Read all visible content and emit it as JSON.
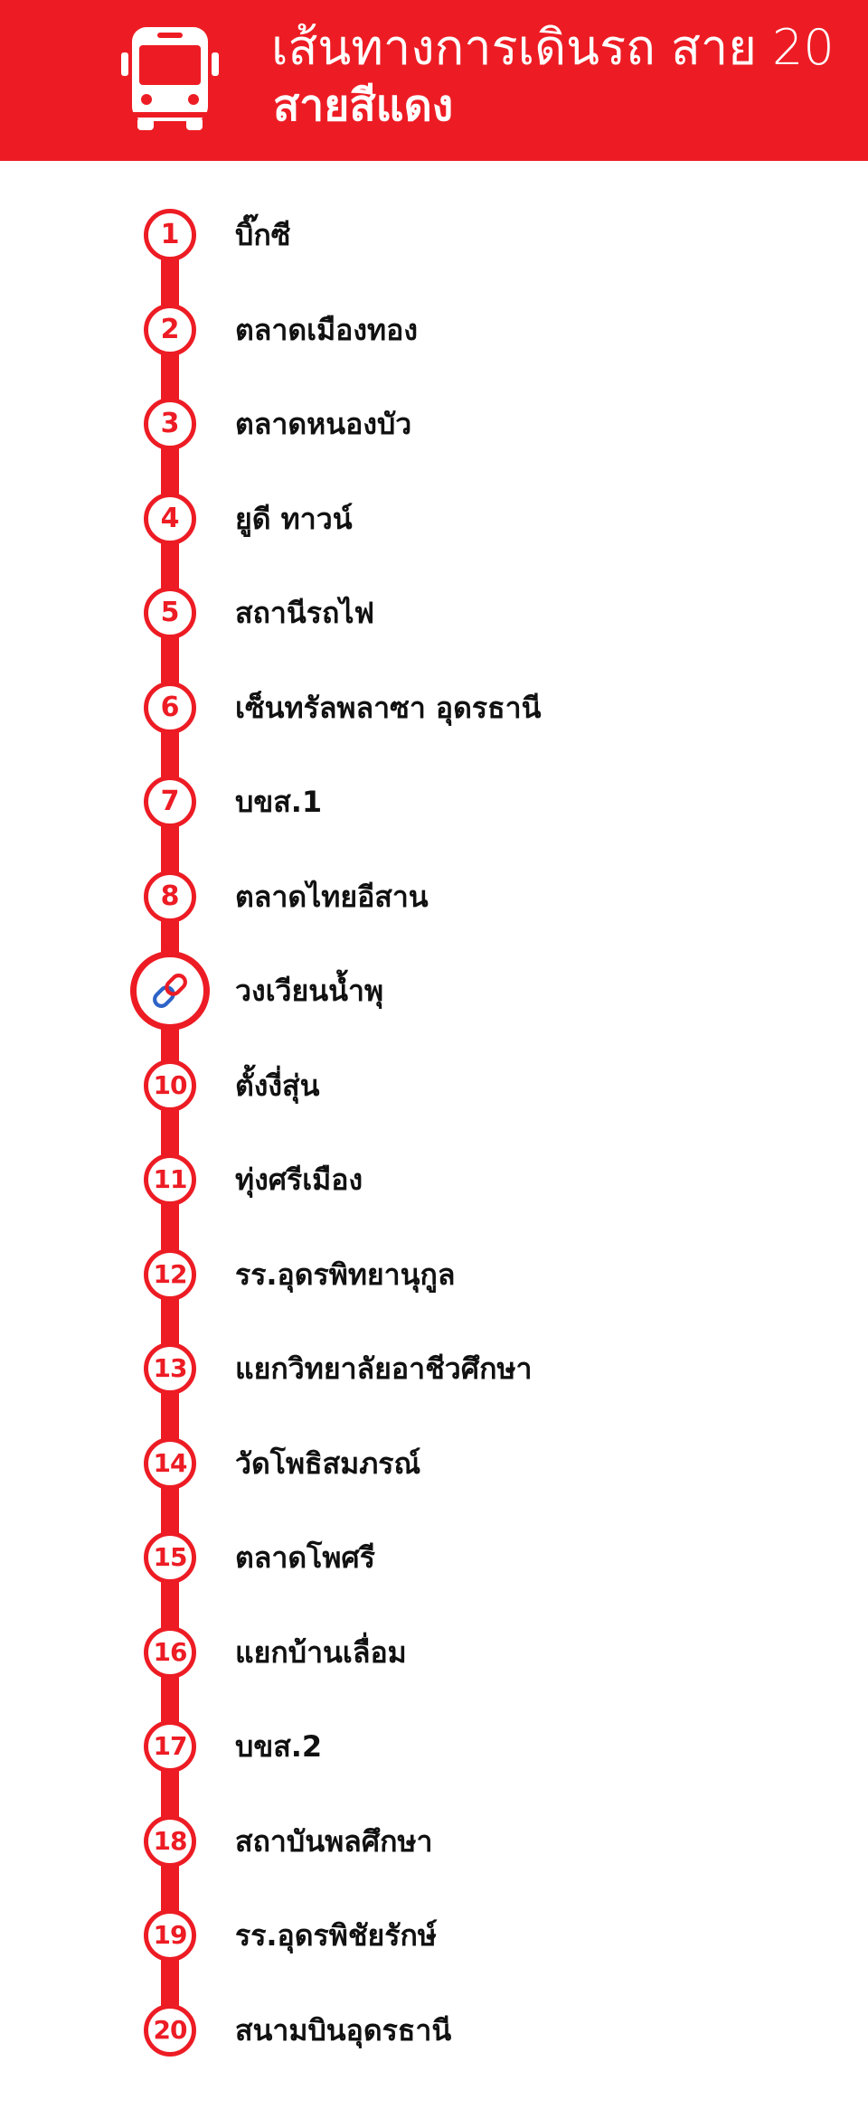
{
  "header": {
    "title": "เส้นทางการเดินรถ สาย 20",
    "subtitle": "สายสีแดง",
    "icon": "bus-icon",
    "background_color": "#ed1c24"
  },
  "route": {
    "line_color": "#ed1c24",
    "transfer_icon": "link-icon",
    "stops": [
      {
        "number": "1",
        "name": "บิ๊กซี"
      },
      {
        "number": "2",
        "name": "ตลาดเมืองทอง"
      },
      {
        "number": "3",
        "name": "ตลาดหนองบัว"
      },
      {
        "number": "4",
        "name": "ยูดี ทาวน์"
      },
      {
        "number": "5",
        "name": "สถานีรถไฟ"
      },
      {
        "number": "6",
        "name": "เซ็นทรัลพลาซา อุดรธานี"
      },
      {
        "number": "7",
        "name": "บขส.1"
      },
      {
        "number": "8",
        "name": "ตลาดไทยอีสาน"
      },
      {
        "number": "",
        "name": "วงเวียนน้ำพุ",
        "transfer": true
      },
      {
        "number": "10",
        "name": "ตั้งงี่สุ่น"
      },
      {
        "number": "11",
        "name": "ทุ่งศรีเมือง"
      },
      {
        "number": "12",
        "name": "รร.อุดรพิทยานุกูล"
      },
      {
        "number": "13",
        "name": "แยกวิทยาลัยอาชีวศึกษา"
      },
      {
        "number": "14",
        "name": "วัดโพธิสมภรณ์"
      },
      {
        "number": "15",
        "name": "ตลาดโพศรี"
      },
      {
        "number": "16",
        "name": "แยกบ้านเลื่อม"
      },
      {
        "number": "17",
        "name": "บขส.2"
      },
      {
        "number": "18",
        "name": "สถาบันพลศึกษา"
      },
      {
        "number": "19",
        "name": "รร.อุดรพิชัยรักษ์"
      },
      {
        "number": "20",
        "name": "สนามบินอุดรธานี"
      }
    ]
  }
}
